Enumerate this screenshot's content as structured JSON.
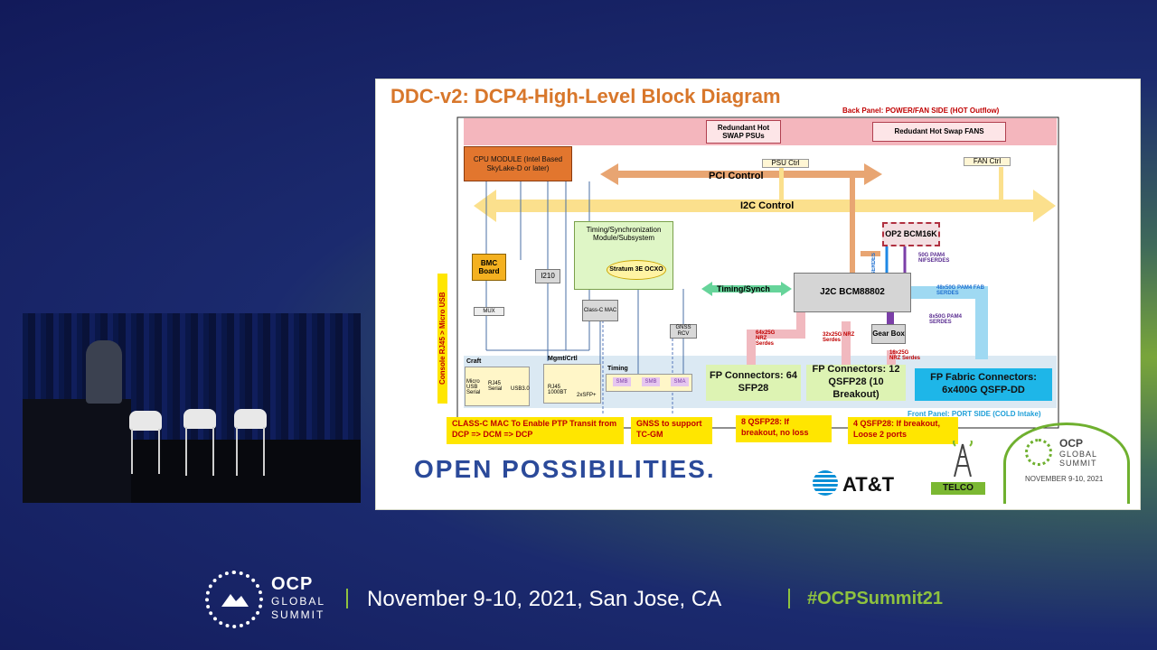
{
  "slide": {
    "title": "DDC-v2: DCP4-High-Level Block Diagram",
    "back_panel_label": "Back Panel: POWER/FAN SIDE (HOT Outflow)",
    "front_panel_label": "Front Panel: PORT SIDE (COLD Intake)",
    "psu_box": "Redundant  Hot SWAP PSUs",
    "fans_box": "Redudant Hot Swap FANS",
    "cpu_module": "CPU MODULE (Intel Based SkyLake-D or later)",
    "pci_control": "PCI Control",
    "i2c_control": "I2C Control",
    "psu_ctrl": "PSU Ctrl",
    "fan_ctrl": "FAN Ctrl",
    "timing_module": "Timing/Synchronization Module/Subsystem",
    "stratum": "Stratum 3E OCXO",
    "op2": "OP2 BCM16K",
    "fab_serdes": "FAB SERDES",
    "pam4_nif": "50G PAM4 NIFSERDES",
    "bmc": "BMC Board",
    "i210": "I210",
    "mux": "MUX",
    "classc_mac": "Class-C MAC",
    "timing_synch": "Timing/Synch",
    "j2c": "J2C BCM88802",
    "pam4_fab": "48x50G PAM4 FAB SERDES",
    "pam4_8x": "8x50G PAM4 SERDES",
    "gnss_rcv": "GNSS RCV",
    "nrz_64": "64x25G NRZ Serdes",
    "nrz_32": "32x25G NRZ Serdes",
    "gearbox": "Gear Box",
    "nrz_16": "16x25G NRZ Serdes",
    "console": "Console RJ45 > Micro USB",
    "craft": "Craft",
    "micro_usb": "Micro USB Serial",
    "rj45_serial": "RJ45 Serial",
    "usb3": "USB3.0",
    "mgmt": "Mgmt/Crtl",
    "rj45_1000bt": "RJ45 1000BT",
    "sfp": "2xSFP+",
    "timing": "Timing",
    "smb1": "SMB",
    "smb2": "SMB",
    "sma": "SMA",
    "fp_sfp28": "FP Connectors: 64 SFP28",
    "fp_qsfp28": "FP Connectors: 12 QSFP28 (10 Breakout)",
    "fp_fabric": "FP Fabric Connectors: 6x400G QSFP-DD",
    "note_ptp": "CLASS-C MAC To Enable PTP Transit from DCP => DCM => DCP",
    "note_gnss": "GNSS to support TC-GM",
    "note_8qsfp": "8 QSFP28: If breakout, no loss",
    "note_4qsfp": "4 QSFP28: If breakout, Loose 2 ports",
    "open_possibilities": "OPEN POSSIBILITIES.",
    "att": "AT&T",
    "telco": "TELCO",
    "badge_ocp": "OCP",
    "badge_global": "GLOBAL",
    "badge_summit": "SUMMIT",
    "badge_date": "NOVEMBER 9-10, 2021"
  },
  "footer": {
    "ocp": "OCP",
    "global": "GLOBAL",
    "summit": "SUMMIT",
    "date_location": "November 9-10, 2021, San Jose, CA",
    "hashtag": "#OCPSummit21"
  },
  "colors": {
    "title_orange": "#d8772b",
    "accent_green": "#8fc23f",
    "note_yellow": "#ffe600",
    "fabric_blue": "#1eb6e8"
  }
}
